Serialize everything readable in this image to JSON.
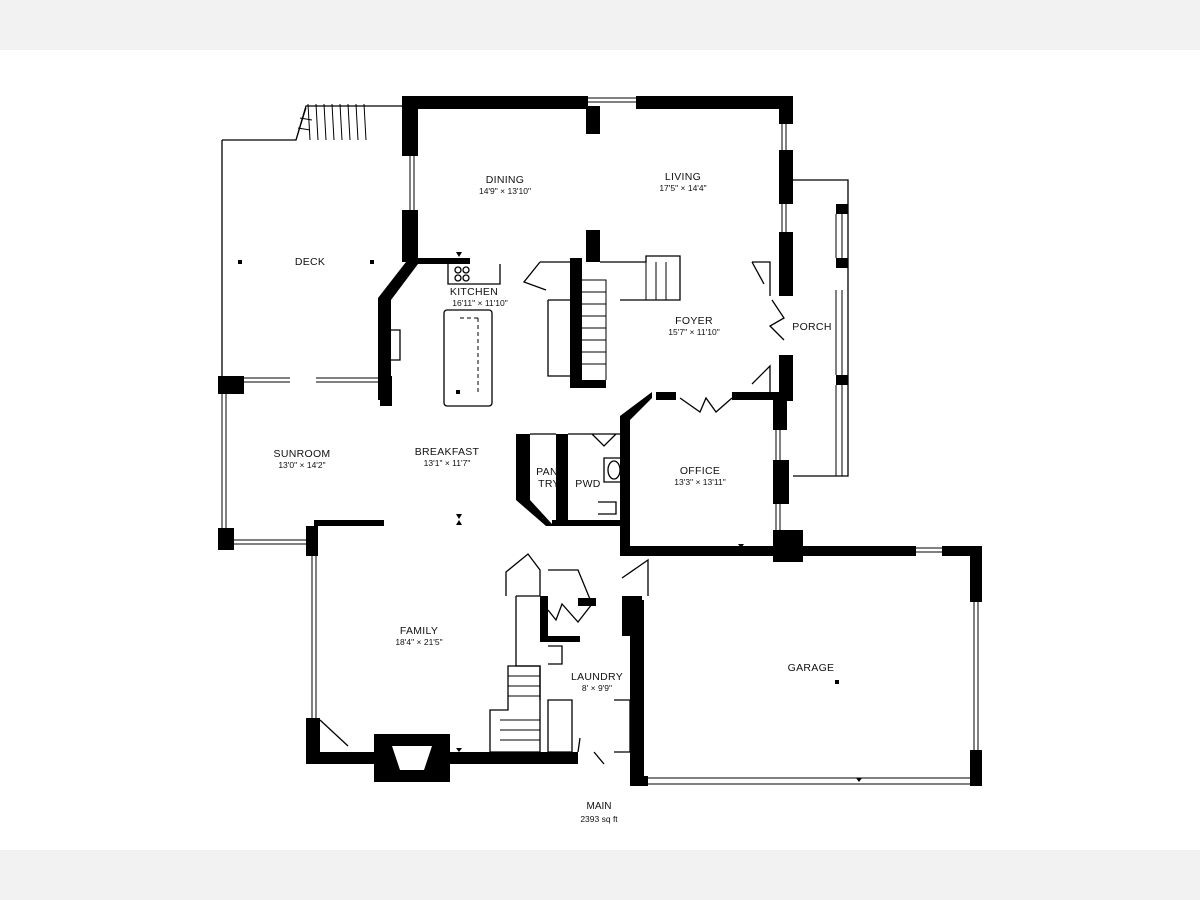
{
  "rooms": {
    "dining": {
      "name": "DINING",
      "dims": "14'9\" × 13'10\""
    },
    "living": {
      "name": "LIVING",
      "dims": "17'5\" × 14'4\""
    },
    "deck": {
      "name": "DECK"
    },
    "kitchen": {
      "name": "KITCHEN",
      "dims": "16'11\" × 11'10\""
    },
    "foyer": {
      "name": "FOYER",
      "dims": "15'7\" × 11'10\""
    },
    "porch": {
      "name": "PORCH"
    },
    "sunroom": {
      "name": "SUNROOM",
      "dims": "13'0\" × 14'2\""
    },
    "breakfast": {
      "name": "BREAKFAST",
      "dims": "13'1\" × 11'7\""
    },
    "pantry": {
      "name_line1": "PAN",
      "name_line2": "TRY"
    },
    "powder": {
      "name": "PWD"
    },
    "office": {
      "name": "OFFICE",
      "dims": "13'3\" × 13'11\""
    },
    "family": {
      "name": "FAMILY",
      "dims": "18'4\" × 21'5\""
    },
    "laundry": {
      "name": "LAUNDRY",
      "dims": "8' × 9'9\""
    },
    "garage": {
      "name": "GARAGE"
    }
  },
  "floor": {
    "name": "MAIN",
    "area": "2393 sq ft"
  },
  "colors": {
    "wall": "#000000",
    "page": "#ffffff",
    "background": "#f2f2f2"
  }
}
